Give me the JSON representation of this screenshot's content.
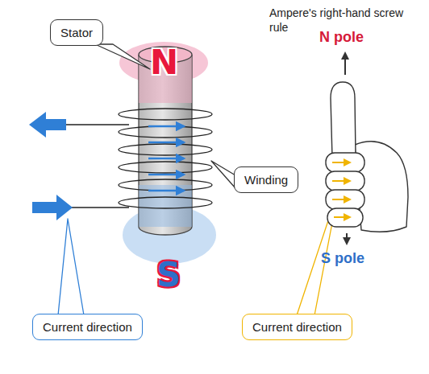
{
  "diagram": {
    "nodes": [
      {
        "text": [
          "Stator"
        ]
      },
      {
        "text": [
          "Winding"
        ]
      },
      {
        "text": [
          "Current direction"
        ]
      },
      {
        "text": [
          "Current direction"
        ]
      }
    ],
    "labels": [
      "N",
      "S",
      "Ampere's right-hand screw rule",
      "N pole",
      "S pole"
    ]
  }
}
